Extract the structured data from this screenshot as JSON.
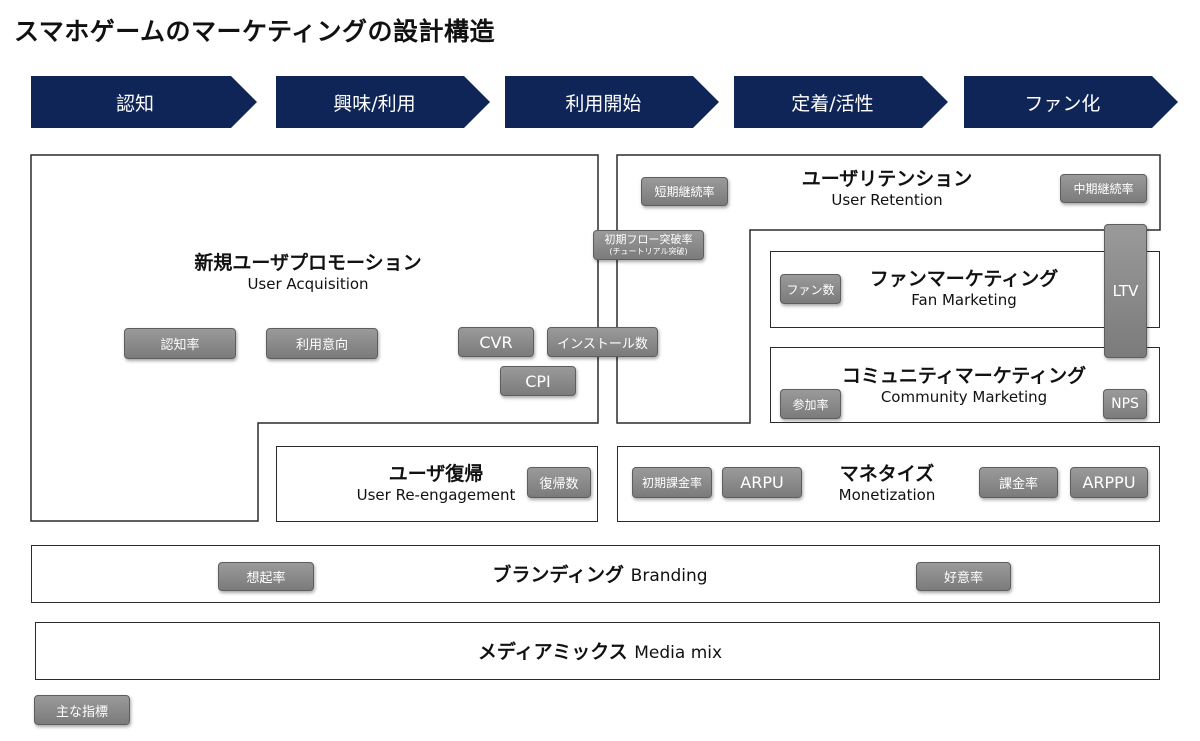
{
  "title": "スマホゲームのマーケティングの設計構造",
  "stages": [
    "認知",
    "興味/利用",
    "利用開始",
    "定着/活性",
    "ファン化"
  ],
  "sections": {
    "acquisition": {
      "title": "新規ユーザプロモーション",
      "subtitle": "User Acquisition"
    },
    "retention": {
      "title": "ユーザリテンション",
      "subtitle": "User Retention"
    },
    "fan": {
      "title": "ファンマーケティング",
      "subtitle": "Fan Marketing"
    },
    "community": {
      "title": "コミュニティマーケティング",
      "subtitle": "Community Marketing"
    },
    "reengagement": {
      "title": "ユーザ復帰",
      "subtitle": "User Re-engagement"
    },
    "monetization": {
      "title": "マネタイズ",
      "subtitle": "Monetization"
    },
    "branding": {
      "title": "ブランディング",
      "subtitle": "Branding"
    },
    "media": {
      "title": "メディアミックス",
      "subtitle": "Media mix"
    }
  },
  "metrics": {
    "awareness_rate": "認知率",
    "usage_intent": "利用意向",
    "cvr": "CVR",
    "installs": "インストール数",
    "cpi": "CPI",
    "short_term_retention": "短期継続率",
    "mid_term_retention": "中期継続率",
    "initial_flow": "初期フロー突破率",
    "initial_flow_note": "(チュートリアル突破)",
    "fans": "ファン数",
    "ltv": "LTV",
    "participation_rate": "参加率",
    "nps": "NPS",
    "return_count": "復帰数",
    "initial_billing_rate": "初期課金率",
    "arpu": "ARPU",
    "billing_rate": "課金率",
    "arppu": "ARPPU",
    "recall_rate": "想起率",
    "favorability": "好意率"
  },
  "legend_label": "主な指標",
  "colors": {
    "stage": "#0f2557",
    "chip": "#8a8a8a",
    "border": "#2b2b2b"
  }
}
